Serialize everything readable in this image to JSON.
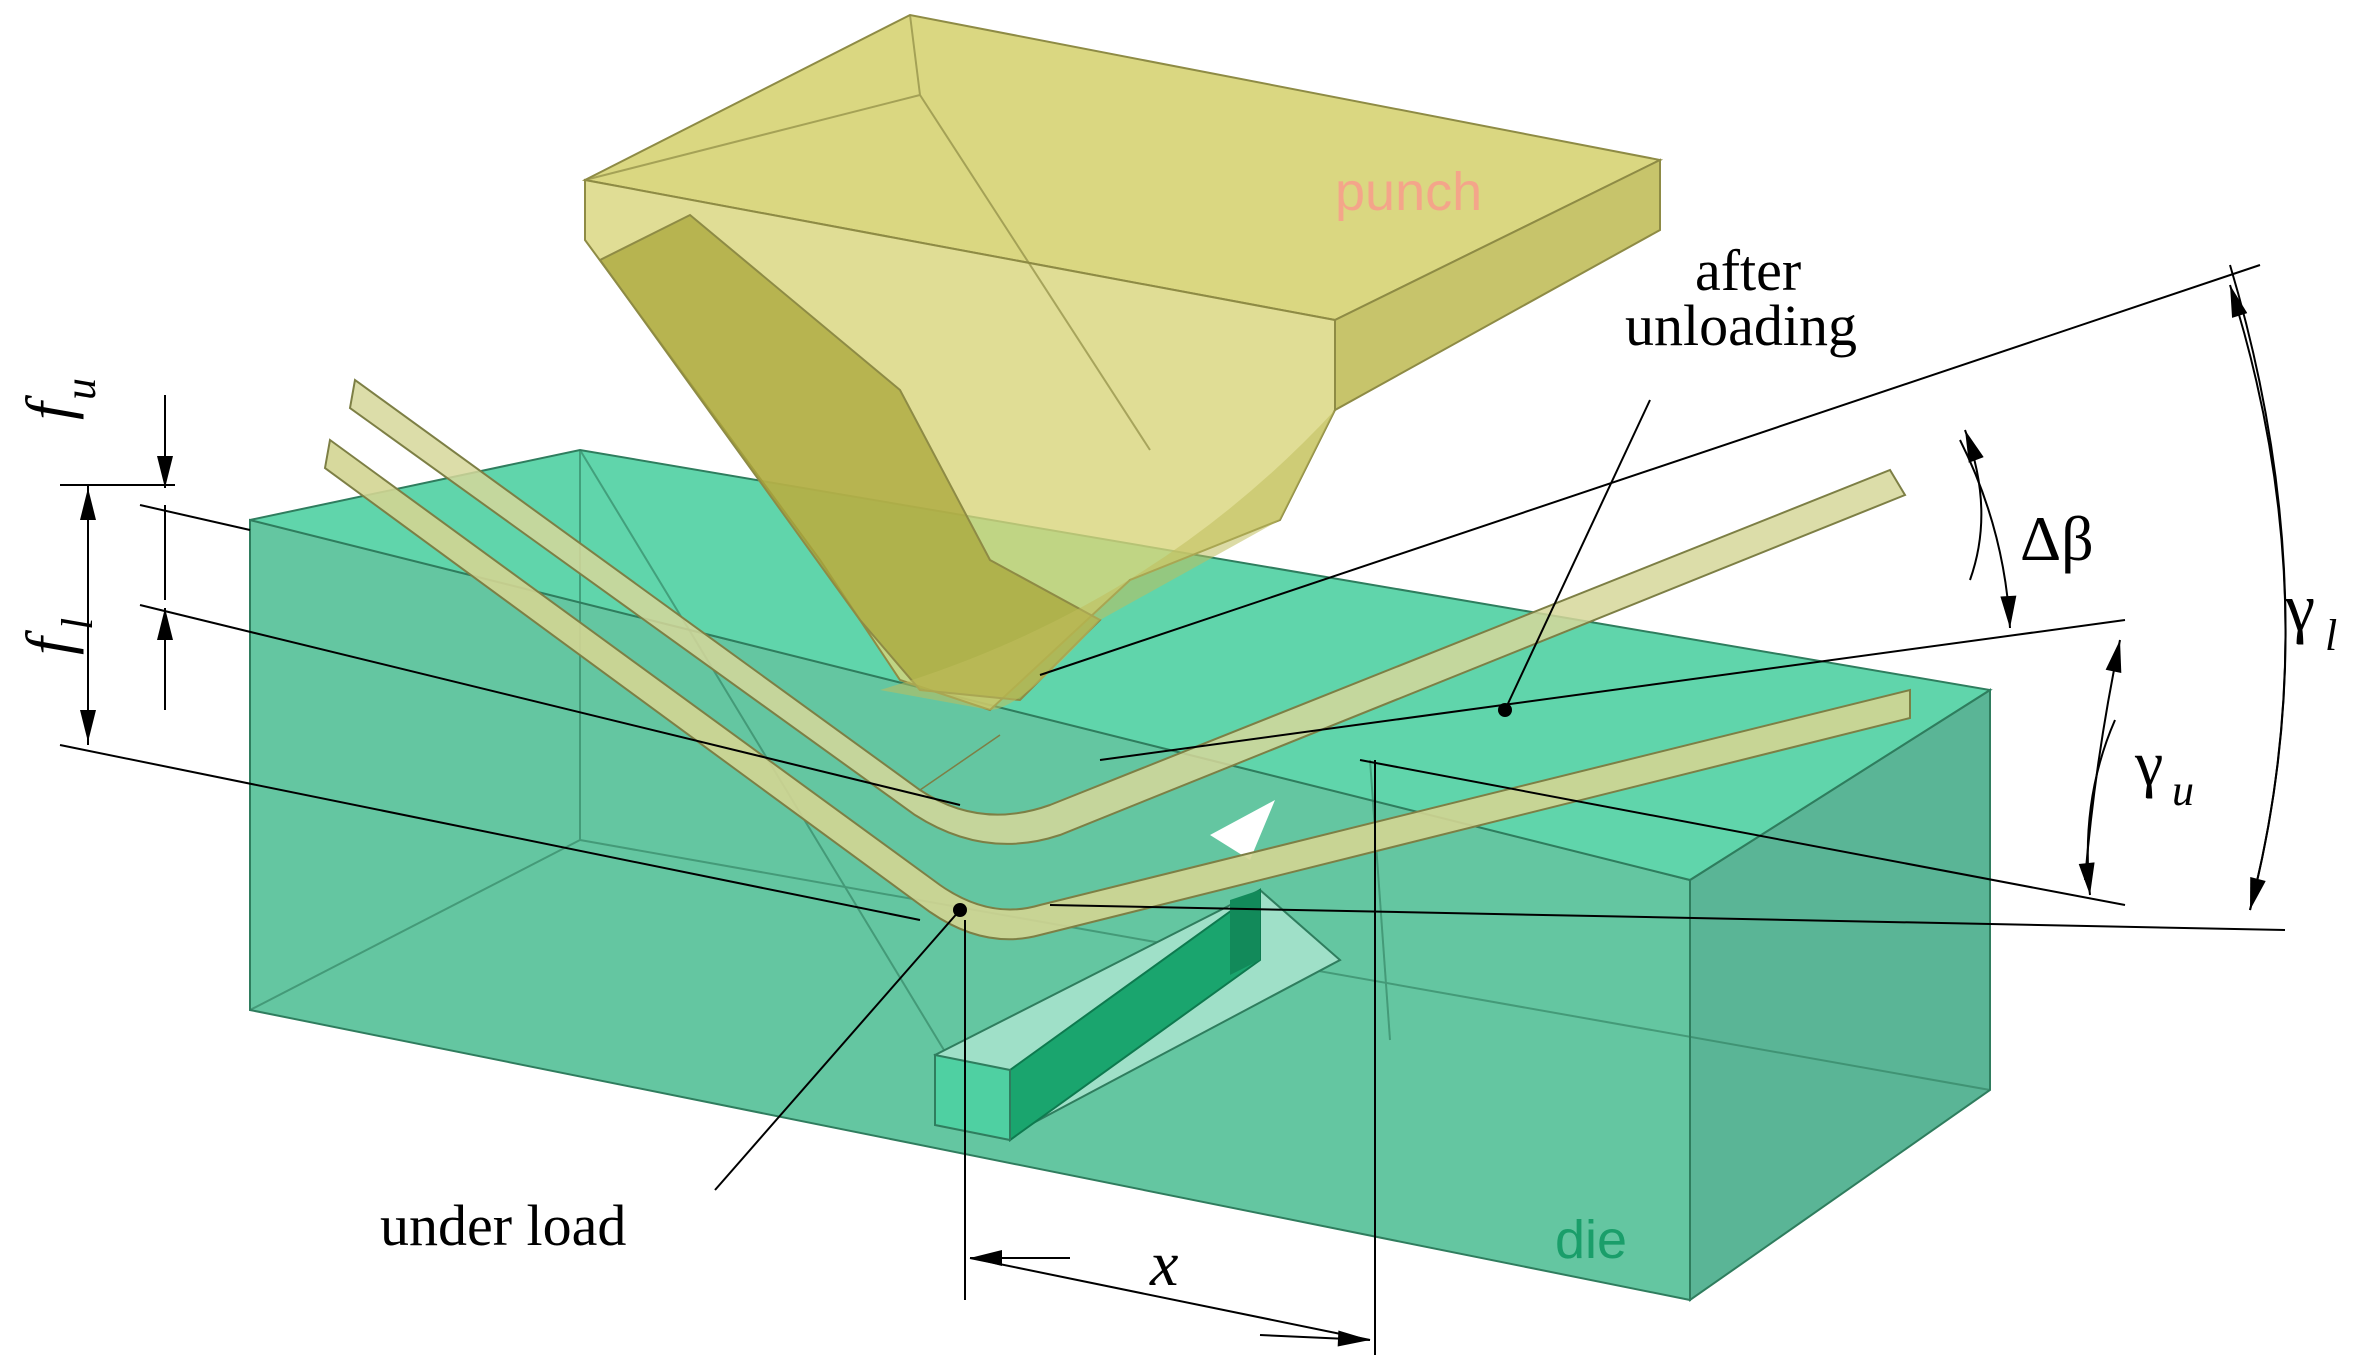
{
  "labels": {
    "punch": "punch",
    "die": "die",
    "after_unloading_line1": "after",
    "after_unloading_line2": "unloading",
    "under_load": "under load",
    "f_u": "f",
    "f_u_sub": "u",
    "f_l": "f",
    "f_l_sub": "l",
    "delta_beta": "Δβ",
    "gamma_l": "γ",
    "gamma_l_sub": "l",
    "gamma_u": "γ",
    "gamma_u_sub": "u",
    "x": "x"
  },
  "colors": {
    "punch_fill": "#d8d57a",
    "punch_side": "#c7c46b",
    "punch_text": "#f4a58a",
    "die_fill": "#5cc39c",
    "die_top": "#4fd0a2",
    "die_insert": "#1aa56e",
    "die_text": "#1a9e6a",
    "sheet_fill": "#d3d592",
    "sheet_edge": "#a8aa6a",
    "line": "#000000"
  }
}
